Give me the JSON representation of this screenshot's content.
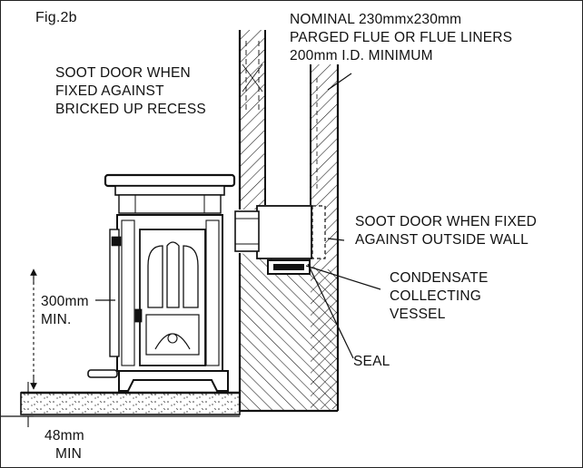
{
  "figure": {
    "number": "Fig.2b"
  },
  "labels": {
    "flue": [
      "NOMINAL 230mmx230mm",
      "PARGED FLUE OR FLUE LINERS",
      "200mm I.D. MINIMUM"
    ],
    "soot_recess": [
      "SOOT DOOR WHEN",
      "FIXED AGAINST",
      "BRICKED UP RECESS"
    ],
    "soot_outside": [
      "SOOT DOOR WHEN FIXED",
      "AGAINST OUTSIDE WALL"
    ],
    "condensate": [
      "CONDENSATE",
      "COLLECTING",
      "VESSEL"
    ],
    "seal": "SEAL",
    "clearance": [
      "300mm",
      "MIN."
    ],
    "hearth": [
      "48mm",
      "MIN"
    ]
  },
  "colors": {
    "ink": "#111111",
    "paper": "#ffffff"
  }
}
